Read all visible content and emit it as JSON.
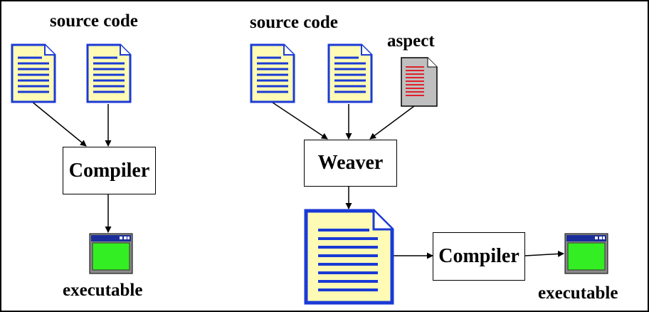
{
  "left_diagram": {
    "source_label": "source code",
    "compiler_label": "Compiler",
    "executable_label": "executable",
    "source_icon": "document-icon",
    "executable_icon": "program-window-icon"
  },
  "right_diagram": {
    "source_label": "source code",
    "aspect_label": "aspect",
    "weaver_label": "Weaver",
    "compiler_label": "Compiler",
    "executable_label": "executable",
    "source_icon": "document-icon",
    "aspect_icon": "aspect-document-icon",
    "woven_icon": "woven-document-icon",
    "executable_icon": "program-window-icon"
  },
  "colors": {
    "document_fill": "#fffbb5",
    "document_border": "#1a3ad6",
    "text_lines": "#1a3ad6",
    "aspect_fill": "#bfbfbf",
    "aspect_lines": "#e0202a",
    "window_bar": "#1a2d9a",
    "window_screen": "#33ee22",
    "window_frame": "#8a8a8a",
    "arrow": "#000000"
  }
}
